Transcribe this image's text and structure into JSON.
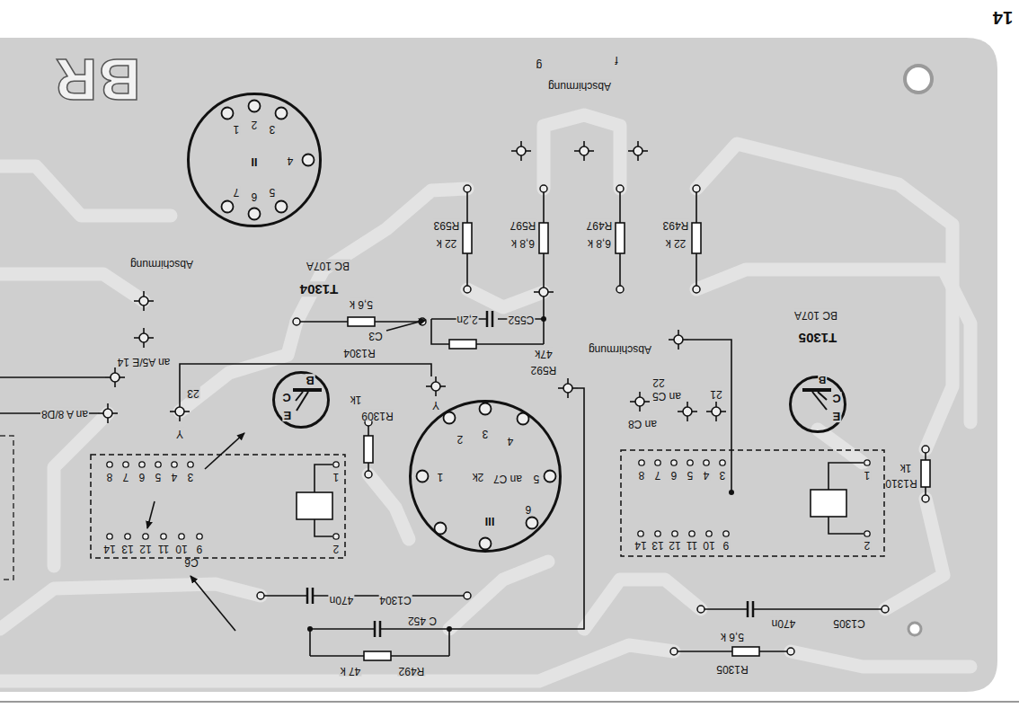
{
  "diagram": {
    "nodes": [
      {
        "text": [
          "1",
          "2",
          "3",
          "4",
          "5",
          "6",
          "7",
          "II"
        ]
      },
      {
        "text": [
          "C",
          "B",
          "E"
        ]
      },
      {
        "text": [
          "C",
          "B",
          "E"
        ]
      },
      {
        "text": [
          "1",
          "2",
          "3",
          "4",
          "5",
          "an C7",
          "2k",
          "6",
          "III"
        ]
      },
      {
        "text": [
          "1",
          "2",
          "3",
          "4",
          "5",
          "6",
          "7",
          "8",
          "9",
          "10",
          "11",
          "12",
          "13",
          "14"
        ]
      },
      {
        "text": [
          "1",
          "2",
          "3",
          "4",
          "5",
          "6",
          "7",
          "8",
          "9",
          "10",
          "11",
          "12",
          "13",
          "14"
        ]
      }
    ],
    "labels": [
      "14",
      "BR",
      "Abschirmung",
      "f",
      "g",
      "R593",
      "22 k",
      "R597",
      "6,8 k",
      "R497",
      "6,8 k",
      "R493",
      "22 k",
      "Abschirmung",
      "BC 107A",
      "T1304",
      "5,6 k",
      "R1304",
      "C3",
      "an A5/E 14",
      "23",
      "an A 8/D8",
      "Y",
      "1k",
      "R1309",
      "Y",
      "C552",
      "2,2n",
      "47k",
      "R592",
      "Abschirmung",
      "BC 107A",
      "T1305",
      "22",
      "an C5",
      "21",
      "an C8",
      "1k",
      "R1310",
      "C6",
      "470n",
      "C1304",
      "C 452",
      "47 k",
      "R492",
      "470n",
      "C1305",
      "5,6 k",
      "R1305"
    ]
  }
}
